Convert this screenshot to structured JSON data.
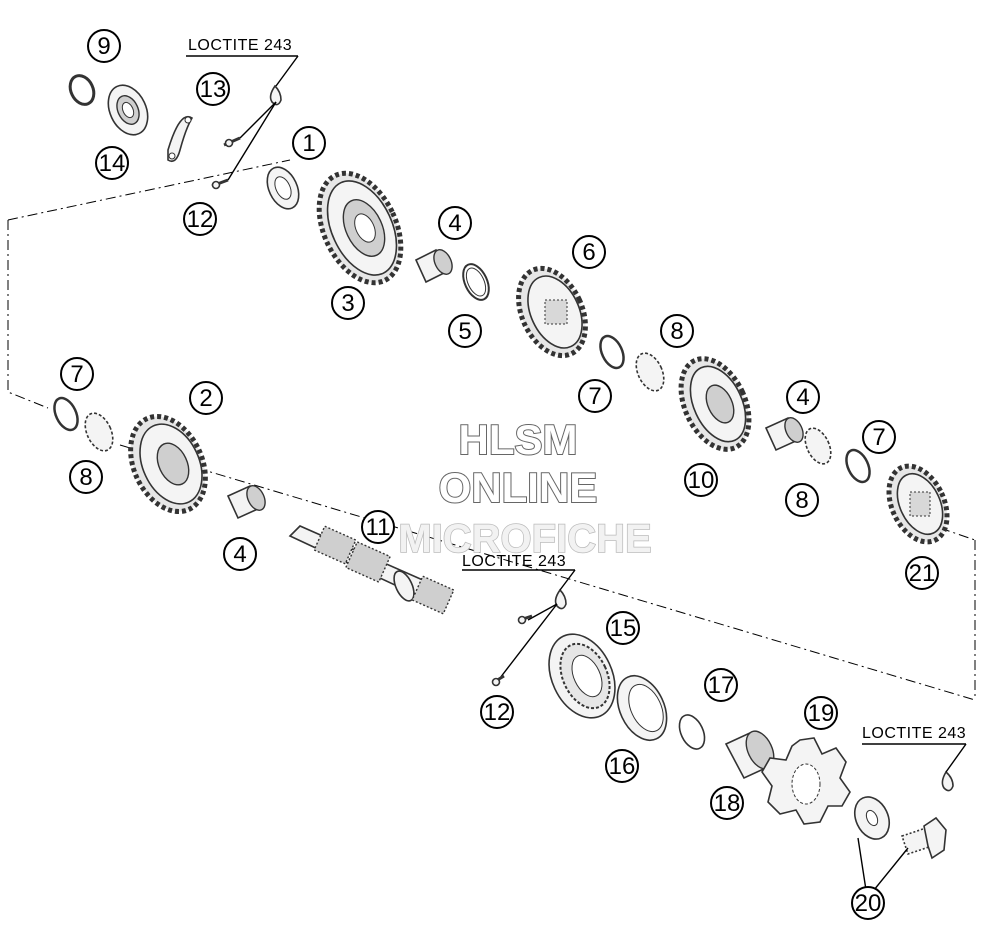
{
  "callouts": [
    {
      "label": "9"
    },
    {
      "label": "13"
    },
    {
      "label": "14"
    },
    {
      "label": "12"
    },
    {
      "label": "1"
    },
    {
      "label": "3"
    },
    {
      "label": "4"
    },
    {
      "label": "5"
    },
    {
      "label": "6"
    },
    {
      "label": "8"
    },
    {
      "label": "7"
    },
    {
      "label": "7"
    },
    {
      "label": "2"
    },
    {
      "label": "8"
    },
    {
      "label": "4"
    },
    {
      "label": "11"
    },
    {
      "label": "10"
    },
    {
      "label": "4"
    },
    {
      "label": "7"
    },
    {
      "label": "8"
    },
    {
      "label": "21"
    },
    {
      "label": "15"
    },
    {
      "label": "12"
    },
    {
      "label": "17"
    },
    {
      "label": "16"
    },
    {
      "label": "19"
    },
    {
      "label": "18"
    },
    {
      "label": "20"
    }
  ],
  "loctite": [
    "LOCTITE 243",
    "LOCTITE 243",
    "LOCTITE 243"
  ],
  "watermark": {
    "line1": "HLSM",
    "line2": "ONLINE",
    "line3": "MICROFICHE"
  }
}
